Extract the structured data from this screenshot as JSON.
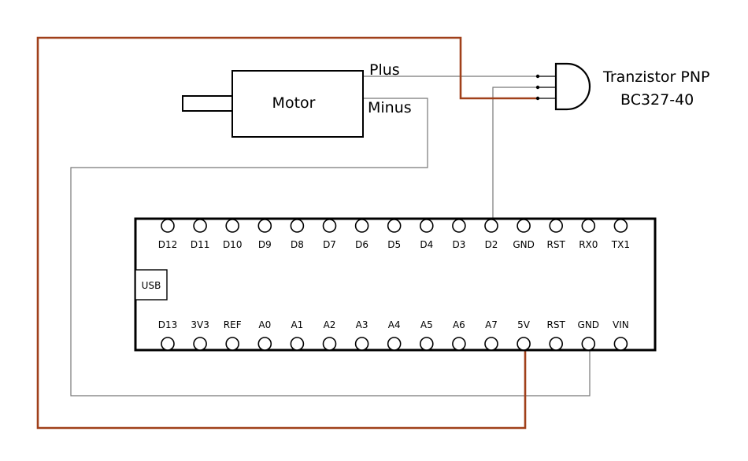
{
  "motor": {
    "label": "Motor",
    "plus_label": "Plus",
    "minus_label": "Minus"
  },
  "transistor": {
    "line1": "Tranzistor PNP",
    "line2": "BC327-40"
  },
  "board": {
    "usb_label": "USB",
    "top_pins": [
      "D12",
      "D11",
      "D10",
      "D9",
      "D8",
      "D7",
      "D6",
      "D5",
      "D4",
      "D3",
      "D2",
      "GND",
      "RST",
      "RX0",
      "TX1"
    ],
    "bottom_pins": [
      "D13",
      "3V3",
      "REF",
      "A0",
      "A1",
      "A2",
      "A3",
      "A4",
      "A5",
      "A6",
      "A7",
      "5V",
      "RST",
      "GND",
      "VIN"
    ]
  },
  "colors": {
    "power_wire": "#a0401a",
    "signal_wire": "#777777"
  }
}
